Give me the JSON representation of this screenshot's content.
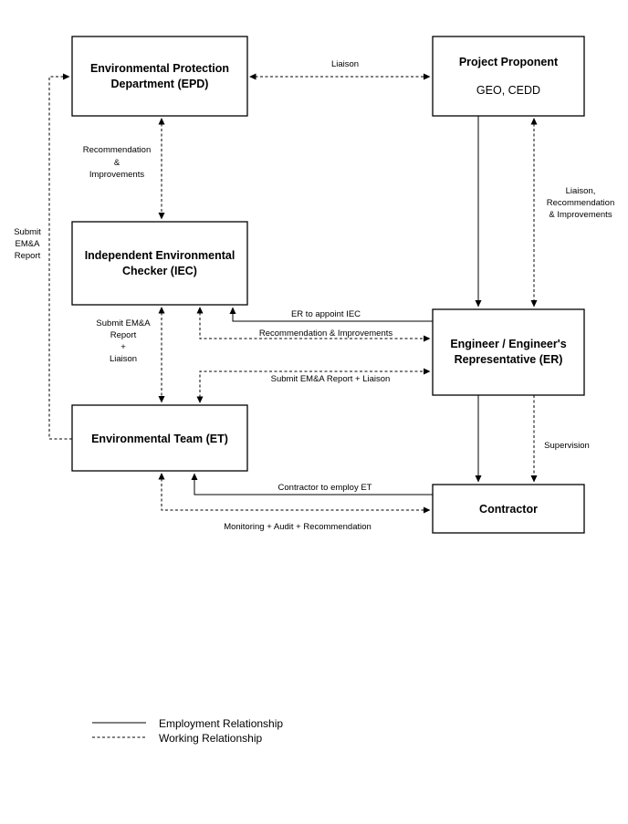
{
  "nodes": {
    "epd": {
      "line1": "Environmental Protection",
      "line2": "Department (EPD)"
    },
    "pp": {
      "title": "Project Proponent",
      "subtitle": "GEO, CEDD"
    },
    "iec": {
      "line1": "Independent Environmental",
      "line2": "Checker (IEC)"
    },
    "er": {
      "line1": "Engineer / Engineer's",
      "line2": "Representative (ER)"
    },
    "et": {
      "title": "Environmental Team (ET)"
    },
    "contractor": {
      "title": "Contractor"
    }
  },
  "edges": {
    "liaison": "Liaison",
    "rec_improvements": [
      "Recommendation",
      "&",
      "Improvements"
    ],
    "submit_report": [
      "Submit",
      "EM&A",
      "Report"
    ],
    "liaison_rec": [
      "Liaison,",
      "Recommendation",
      "& Improvements"
    ],
    "submit_liaison": [
      "Submit EM&A",
      "Report",
      "+",
      "Liaison"
    ],
    "er_appoint_iec": "ER to appoint IEC",
    "rec_improvements_er": "Recommendation & Improvements",
    "submit_report_liaison": "Submit EM&A Report + Liaison",
    "supervision": "Supervision",
    "contractor_employ_et": "Contractor to employ ET",
    "monitoring": "Monitoring + Audit + Recommendation"
  },
  "legend": {
    "employment": "Employment Relationship",
    "working": "Working Relationship"
  }
}
